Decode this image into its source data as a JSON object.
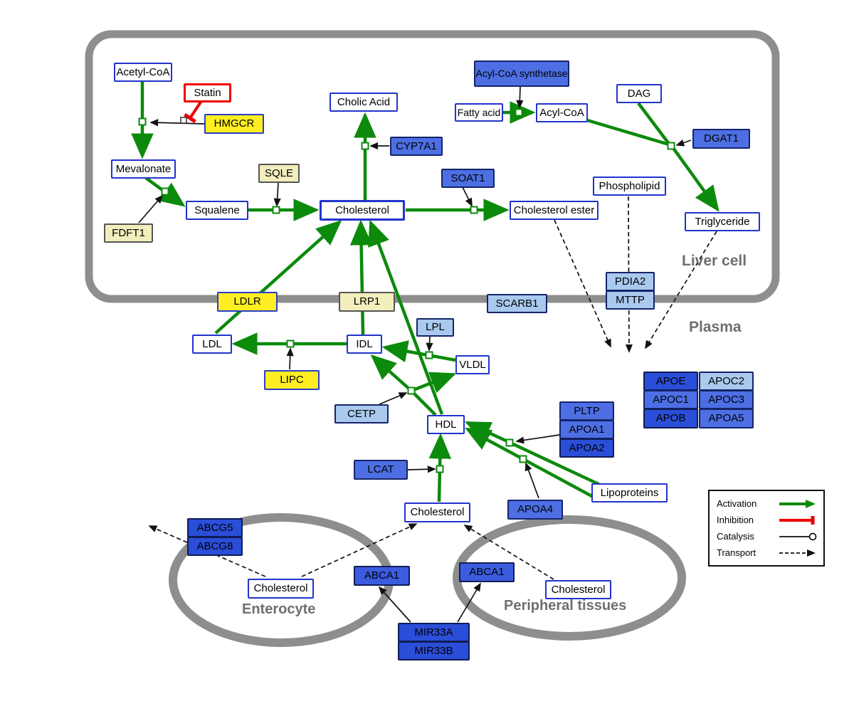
{
  "compartments": {
    "liver": "Liver cell",
    "plasma": "Plasma",
    "enterocyte": "Enterocyte",
    "peripheral": "Peripheral tissues"
  },
  "nodes": {
    "acetyl_coa": {
      "label": "Acetyl-CoA"
    },
    "statin": {
      "label": "Statin"
    },
    "hmgcr": {
      "label": "HMGCR"
    },
    "mevalonate": {
      "label": "Mevalonate"
    },
    "sqle": {
      "label": "SQLE"
    },
    "fdft1": {
      "label": "FDFT1"
    },
    "squalene": {
      "label": "Squalene"
    },
    "cholesterol_liver": {
      "label": "Cholesterol"
    },
    "cholic_acid": {
      "label": "Cholic Acid"
    },
    "cyp7a1": {
      "label": "CYP7A1"
    },
    "soat1": {
      "label": "SOAT1"
    },
    "cholesterol_ester": {
      "label": "Cholesterol ester"
    },
    "acyl_coa_synthetase": {
      "label": "Acyl-CoA synthetase"
    },
    "fatty_acid": {
      "label": "Fatty acid"
    },
    "acyl_coa": {
      "label": "Acyl-CoA"
    },
    "dag": {
      "label": "DAG"
    },
    "dgat1": {
      "label": "DGAT1"
    },
    "phospholipid": {
      "label": "Phospholipid"
    },
    "triglyceride": {
      "label": "Triglyceride"
    },
    "pdia2": {
      "label": "PDIA2"
    },
    "mttp": {
      "label": "MTTP"
    },
    "ldlr": {
      "label": "LDLR"
    },
    "lrp1": {
      "label": "LRP1"
    },
    "scarb1": {
      "label": "SCARB1"
    },
    "ldl": {
      "label": "LDL"
    },
    "idl": {
      "label": "IDL"
    },
    "lpl": {
      "label": "LPL"
    },
    "vldl": {
      "label": "VLDL"
    },
    "lipc": {
      "label": "LIPC"
    },
    "cetp": {
      "label": "CETP"
    },
    "hdl": {
      "label": "HDL"
    },
    "lcat": {
      "label": "LCAT"
    },
    "pltp": {
      "label": "PLTP"
    },
    "apoa1": {
      "label": "APOA1"
    },
    "apoa2": {
      "label": "APOA2"
    },
    "apoa4": {
      "label": "APOA4"
    },
    "lipoproteins": {
      "label": "Lipoproteins"
    },
    "apoe": {
      "label": "APOE"
    },
    "apoc2": {
      "label": "APOC2"
    },
    "apoc1": {
      "label": "APOC1"
    },
    "apoc3": {
      "label": "APOC3"
    },
    "apob": {
      "label": "APOB"
    },
    "apoa5": {
      "label": "APOA5"
    },
    "cholesterol_plasma": {
      "label": "Cholesterol"
    },
    "abcg5": {
      "label": "ABCG5"
    },
    "abcg8": {
      "label": "ABCG8"
    },
    "cholesterol_enterocyte": {
      "label": "Cholesterol"
    },
    "abca1_enterocyte": {
      "label": "ABCA1"
    },
    "abca1_peripheral": {
      "label": "ABCA1"
    },
    "cholesterol_peripheral": {
      "label": "Cholesterol"
    },
    "mir33a": {
      "label": "MIR33A"
    },
    "mir33b": {
      "label": "MIR33B"
    }
  },
  "legend": {
    "activation": "Activation",
    "inhibition": "Inhibition",
    "catalysis": "Catalysis",
    "transport": "Transport"
  },
  "colors": {
    "activation_green": "#0b8a0b",
    "inhibition_red": "#ee0000",
    "edge_black": "#111111",
    "membrane_gray": "#8e8e8e",
    "metabolite_border_blue": "#2233cc",
    "gene_yellow": "#ffee22",
    "gene_pale_yellow": "#f2eebd",
    "gene_blue_medium": "#4d6fe3",
    "gene_blue_light": "#a9c9ee",
    "gene_blue_dark": "#2b4ed9"
  }
}
